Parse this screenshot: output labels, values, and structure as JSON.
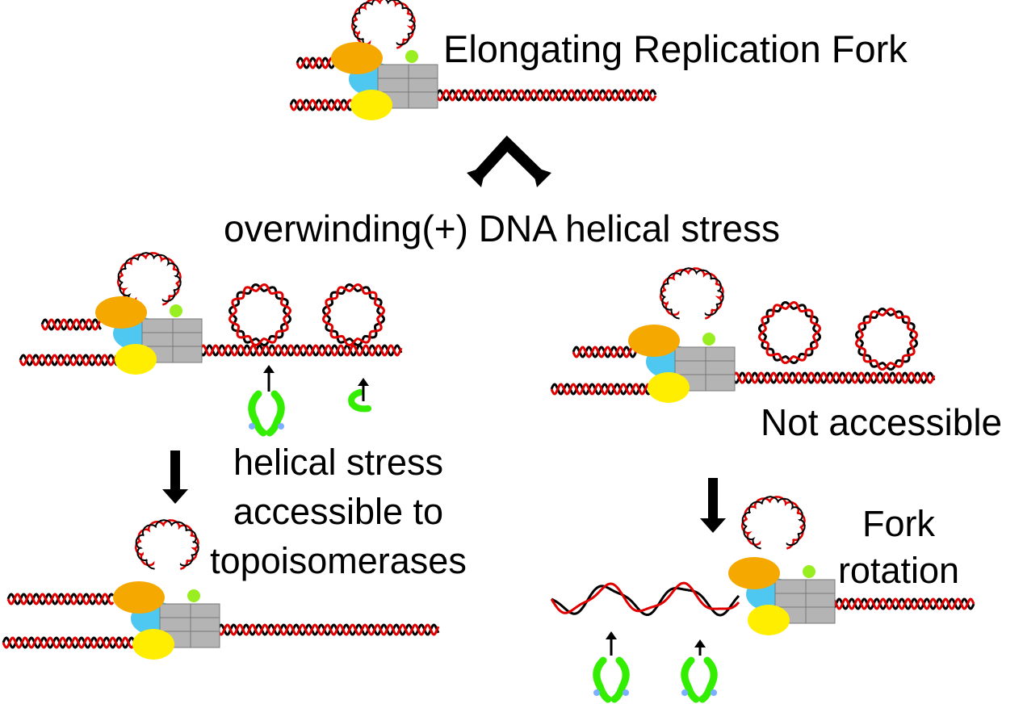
{
  "labels": {
    "title": "Elongating Replication Fork",
    "stress": "overwinding(+) DNA helical stress",
    "not_accessible": "Not accessible",
    "accessible": "helical stress accessible to topoisomerases",
    "rotation": "Fork rotation"
  },
  "colors": {
    "strand_a": "#e00000",
    "strand_b": "#000000",
    "helicase": "#f5a800",
    "polymerase_blue": "#4ec8f0",
    "clamp_yellow": "#ffee00",
    "core_gray": "#b4b4b4",
    "topo_green": "#33ee00",
    "primase_green": "#99ee22",
    "arrow": "#000000"
  },
  "panels": [
    "elongating-fork",
    "fork-with-loops-accessible",
    "fork-with-loops-not-accessible",
    "fork-relaxed",
    "fork-rotated"
  ]
}
